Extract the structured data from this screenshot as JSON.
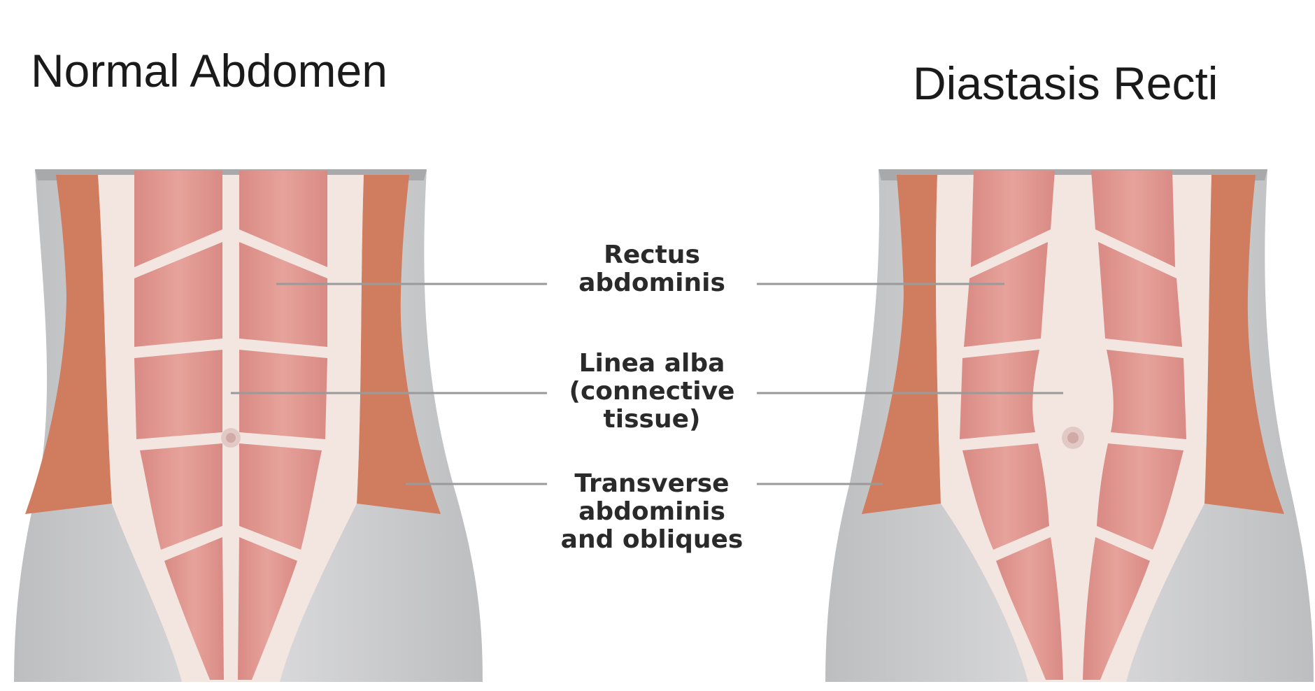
{
  "titles": {
    "left": "Normal Abdomen",
    "right": "Diastasis Recti"
  },
  "labels": {
    "rectus": [
      "Rectus",
      "abdominis"
    ],
    "linea": [
      "Linea alba",
      "(connective",
      "tissue)"
    ],
    "transverse": [
      "Transverse",
      "abdominis",
      "and obliques"
    ]
  },
  "colors": {
    "skin_gray": "#c9c9cb",
    "fascia": "#f3e6e0",
    "rectus_muscle": "#e0918a",
    "oblique_muscle": "#d07d5f",
    "leader_line": "#9a9a9a"
  }
}
